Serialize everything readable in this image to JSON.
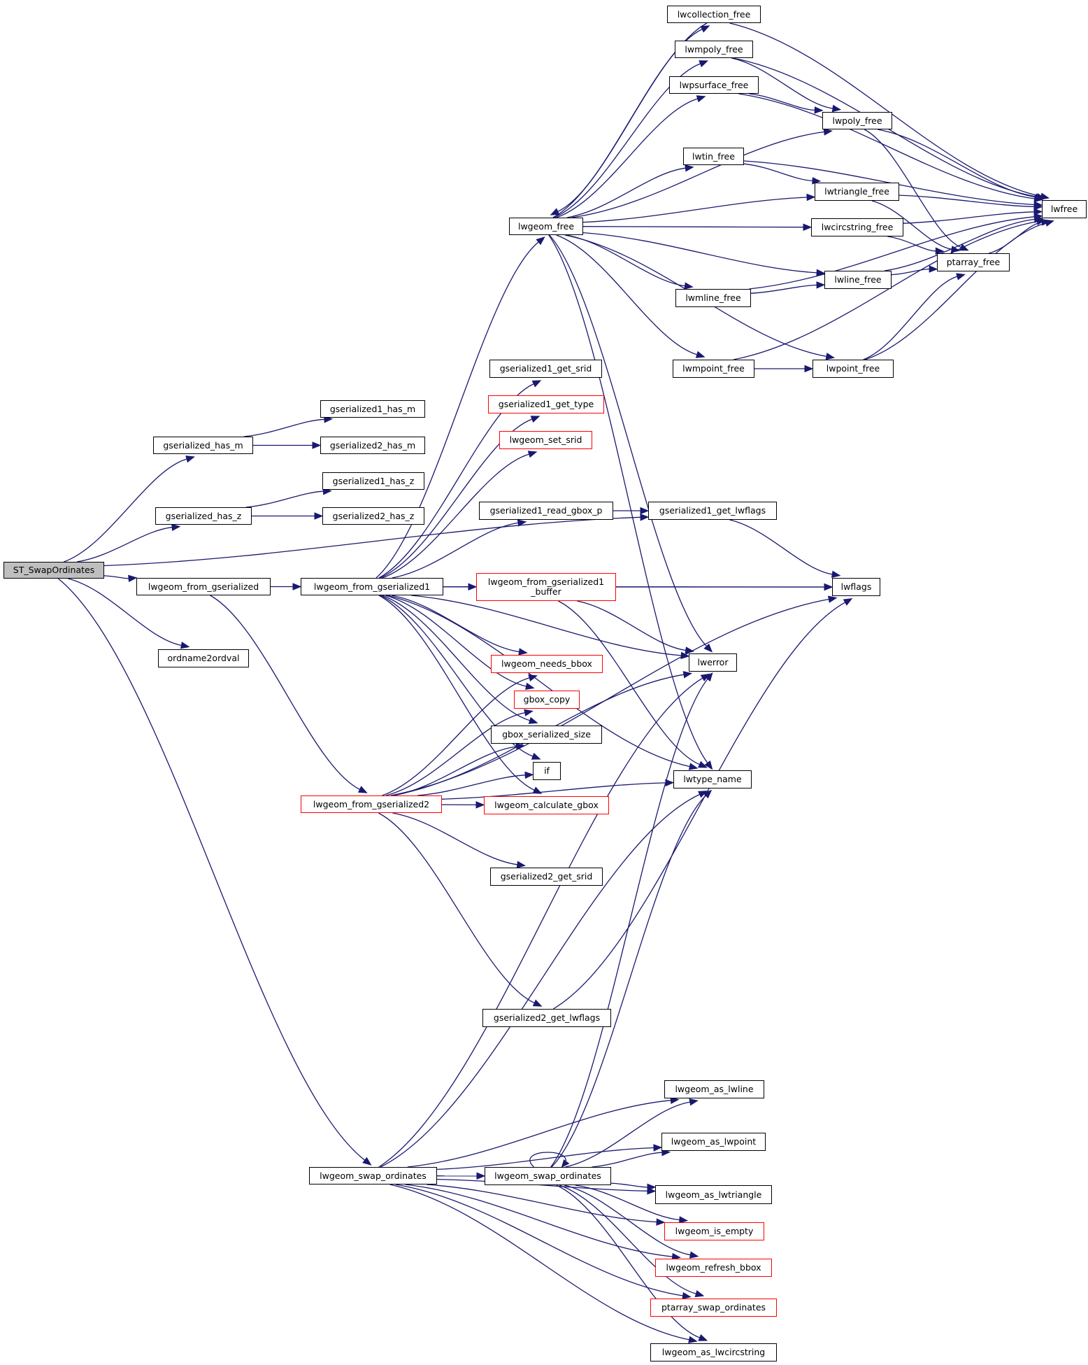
{
  "title": "ST_SwapOrdinates call graph",
  "colors": {
    "edge": "#191970",
    "root_fill": "#bfbfbf",
    "truncated_border": "#ff0000",
    "node_border": "#000000"
  },
  "nodes": {
    "ST_SwapOrdinates": {
      "label": "ST_SwapOrdinates",
      "kind": "root"
    },
    "gserialized_has_m": {
      "label": "gserialized_has_m"
    },
    "gserialized1_has_m": {
      "label": "gserialized1_has_m"
    },
    "gserialized2_has_m": {
      "label": "gserialized2_has_m"
    },
    "gserialized_has_z": {
      "label": "gserialized_has_z"
    },
    "gserialized1_has_z": {
      "label": "gserialized1_has_z"
    },
    "gserialized2_has_z": {
      "label": "gserialized2_has_z"
    },
    "lwgeom_from_gserialized": {
      "label": "lwgeom_from_gserialized"
    },
    "ordname2ordval": {
      "label": "ordname2ordval"
    },
    "lwgeom_from_gserialized1": {
      "label": "lwgeom_from_gserialized1"
    },
    "lwgeom_swap_ordinates_a": {
      "label": "lwgeom_swap_ordinates"
    },
    "lwgeom_from_gserialized2": {
      "label": "lwgeom_from_gserialized2",
      "kind": "truncated"
    },
    "lwgeom_free": {
      "label": "lwgeom_free"
    },
    "lwcollection_free": {
      "label": "lwcollection_free"
    },
    "lwmpoly_free": {
      "label": "lwmpoly_free"
    },
    "lwpsurface_free": {
      "label": "lwpsurface_free"
    },
    "lwpoly_free": {
      "label": "lwpoly_free"
    },
    "lwtin_free": {
      "label": "lwtin_free"
    },
    "lwtriangle_free": {
      "label": "lwtriangle_free"
    },
    "lwcircstring_free": {
      "label": "lwcircstring_free"
    },
    "lwfree": {
      "label": "lwfree"
    },
    "ptarray_free": {
      "label": "ptarray_free"
    },
    "lwline_free": {
      "label": "lwline_free"
    },
    "lwmline_free": {
      "label": "lwmline_free"
    },
    "lwmpoint_free": {
      "label": "lwmpoint_free"
    },
    "lwpoint_free": {
      "label": "lwpoint_free"
    },
    "gserialized1_get_srid": {
      "label": "gserialized1_get_srid"
    },
    "gserialized1_get_type": {
      "label": "gserialized1_get_type",
      "kind": "truncated"
    },
    "lwgeom_set_srid": {
      "label": "lwgeom_set_srid",
      "kind": "truncated"
    },
    "gserialized1_read_gbox_p": {
      "label": "gserialized1_read_gbox_p"
    },
    "gserialized1_get_lwflags": {
      "label": "gserialized1_get_lwflags"
    },
    "lwflags": {
      "label": "lwflags"
    },
    "lwgeom_from_gserialized1_buffer": {
      "label": "lwgeom_from_gserialized1\n_buffer",
      "kind": "truncated"
    },
    "lwerror": {
      "label": "lwerror"
    },
    "lwtype_name": {
      "label": "lwtype_name"
    },
    "lwgeom_needs_bbox": {
      "label": "lwgeom_needs_bbox",
      "kind": "truncated"
    },
    "gbox_copy": {
      "label": "gbox_copy",
      "kind": "truncated"
    },
    "gbox_serialized_size": {
      "label": "gbox_serialized_size"
    },
    "if": {
      "label": "if"
    },
    "lwgeom_calculate_gbox": {
      "label": "lwgeom_calculate_gbox",
      "kind": "truncated"
    },
    "gserialized2_get_srid": {
      "label": "gserialized2_get_srid"
    },
    "gserialized2_get_lwflags": {
      "label": "gserialized2_get_lwflags"
    },
    "lwgeom_as_lwline": {
      "label": "lwgeom_as_lwline"
    },
    "lwgeom_as_lwpoint": {
      "label": "lwgeom_as_lwpoint"
    },
    "lwgeom_swap_ordinates_b": {
      "label": "lwgeom_swap_ordinates"
    },
    "lwgeom_as_lwtriangle": {
      "label": "lwgeom_as_lwtriangle"
    },
    "lwgeom_is_empty": {
      "label": "lwgeom_is_empty",
      "kind": "truncated"
    },
    "lwgeom_refresh_bbox": {
      "label": "lwgeom_refresh_bbox",
      "kind": "truncated"
    },
    "ptarray_swap_ordinates": {
      "label": "ptarray_swap_ordinates",
      "kind": "truncated"
    },
    "lwgeom_as_lwcircstring": {
      "label": "lwgeom_as_lwcircstring"
    }
  },
  "edges": [
    [
      "ST_SwapOrdinates",
      "gserialized_has_m"
    ],
    [
      "ST_SwapOrdinates",
      "gserialized_has_z"
    ],
    [
      "ST_SwapOrdinates",
      "gserialized1_get_lwflags"
    ],
    [
      "ST_SwapOrdinates",
      "lwgeom_from_gserialized"
    ],
    [
      "ST_SwapOrdinates",
      "ordname2ordval"
    ],
    [
      "ST_SwapOrdinates",
      "lwgeom_swap_ordinates_a"
    ],
    [
      "gserialized_has_m",
      "gserialized1_has_m"
    ],
    [
      "gserialized_has_m",
      "gserialized2_has_m"
    ],
    [
      "gserialized_has_z",
      "gserialized1_has_z"
    ],
    [
      "gserialized_has_z",
      "gserialized2_has_z"
    ],
    [
      "lwgeom_from_gserialized",
      "lwgeom_from_gserialized1"
    ],
    [
      "lwgeom_from_gserialized",
      "lwgeom_from_gserialized2"
    ],
    [
      "lwgeom_from_gserialized1",
      "lwgeom_free"
    ],
    [
      "lwgeom_from_gserialized1",
      "gserialized1_get_srid"
    ],
    [
      "lwgeom_from_gserialized1",
      "gserialized1_get_type"
    ],
    [
      "lwgeom_from_gserialized1",
      "lwgeom_set_srid"
    ],
    [
      "lwgeom_from_gserialized1",
      "gserialized1_read_gbox_p"
    ],
    [
      "lwgeom_from_gserialized1",
      "lwflags"
    ],
    [
      "lwgeom_from_gserialized1",
      "lwgeom_from_gserialized1_buffer"
    ],
    [
      "lwgeom_from_gserialized1",
      "lwerror"
    ],
    [
      "lwgeom_from_gserialized1",
      "lwtype_name"
    ],
    [
      "lwgeom_from_gserialized1",
      "lwgeom_needs_bbox"
    ],
    [
      "lwgeom_from_gserialized1",
      "gbox_copy"
    ],
    [
      "lwgeom_from_gserialized1",
      "gbox_serialized_size"
    ],
    [
      "lwgeom_from_gserialized1",
      "if"
    ],
    [
      "lwgeom_from_gserialized1",
      "lwgeom_calculate_gbox"
    ],
    [
      "lwgeom_from_gserialized1_buffer",
      "lwflags"
    ],
    [
      "lwgeom_from_gserialized1_buffer",
      "lwerror"
    ],
    [
      "lwgeom_from_gserialized1_buffer",
      "lwtype_name"
    ],
    [
      "gserialized1_read_gbox_p",
      "gserialized1_get_lwflags"
    ],
    [
      "gserialized1_get_lwflags",
      "lwflags"
    ],
    [
      "lwgeom_free",
      "lwcollection_free"
    ],
    [
      "lwgeom_free",
      "lwmpoly_free"
    ],
    [
      "lwgeom_free",
      "lwpsurface_free"
    ],
    [
      "lwgeom_free",
      "lwpoly_free"
    ],
    [
      "lwgeom_free",
      "lwtin_free"
    ],
    [
      "lwgeom_free",
      "lwtriangle_free"
    ],
    [
      "lwgeom_free",
      "lwcircstring_free"
    ],
    [
      "lwgeom_free",
      "lwline_free"
    ],
    [
      "lwgeom_free",
      "lwmline_free"
    ],
    [
      "lwgeom_free",
      "lwmpoint_free"
    ],
    [
      "lwgeom_free",
      "lwpoint_free"
    ],
    [
      "lwgeom_free",
      "lwerror"
    ],
    [
      "lwgeom_free",
      "lwtype_name"
    ],
    [
      "lwcollection_free",
      "lwgeom_free"
    ],
    [
      "lwcollection_free",
      "lwfree"
    ],
    [
      "lwmpoly_free",
      "lwpoly_free"
    ],
    [
      "lwmpoly_free",
      "lwfree"
    ],
    [
      "lwpsurface_free",
      "lwpoly_free"
    ],
    [
      "lwpsurface_free",
      "lwfree"
    ],
    [
      "lwpoly_free",
      "ptarray_free"
    ],
    [
      "lwpoly_free",
      "lwfree"
    ],
    [
      "lwtin_free",
      "lwtriangle_free"
    ],
    [
      "lwtin_free",
      "lwfree"
    ],
    [
      "lwtriangle_free",
      "ptarray_free"
    ],
    [
      "lwtriangle_free",
      "lwfree"
    ],
    [
      "lwcircstring_free",
      "ptarray_free"
    ],
    [
      "lwcircstring_free",
      "lwfree"
    ],
    [
      "lwline_free",
      "ptarray_free"
    ],
    [
      "lwline_free",
      "lwfree"
    ],
    [
      "lwmline_free",
      "lwline_free"
    ],
    [
      "lwmline_free",
      "lwfree"
    ],
    [
      "lwmpoint_free",
      "lwpoint_free"
    ],
    [
      "lwmpoint_free",
      "lwfree"
    ],
    [
      "lwpoint_free",
      "ptarray_free"
    ],
    [
      "lwpoint_free",
      "lwfree"
    ],
    [
      "ptarray_free",
      "lwfree"
    ],
    [
      "lwgeom_from_gserialized2",
      "lwgeom_needs_bbox"
    ],
    [
      "lwgeom_from_gserialized2",
      "gbox_copy"
    ],
    [
      "lwgeom_from_gserialized2",
      "gbox_serialized_size"
    ],
    [
      "lwgeom_from_gserialized2",
      "if"
    ],
    [
      "lwgeom_from_gserialized2",
      "lwgeom_calculate_gbox"
    ],
    [
      "lwgeom_from_gserialized2",
      "lwerror"
    ],
    [
      "lwgeom_from_gserialized2",
      "gserialized2_get_srid"
    ],
    [
      "lwgeom_from_gserialized2",
      "lwtype_name"
    ],
    [
      "lwgeom_from_gserialized2",
      "gserialized2_get_lwflags"
    ],
    [
      "lwgeom_from_gserialized2",
      "lwflags"
    ],
    [
      "gserialized2_get_lwflags",
      "lwflags"
    ],
    [
      "lwgeom_swap_ordinates_a",
      "lwerror"
    ],
    [
      "lwgeom_swap_ordinates_a",
      "lwtype_name"
    ],
    [
      "lwgeom_swap_ordinates_a",
      "lwgeom_as_lwline"
    ],
    [
      "lwgeom_swap_ordinates_a",
      "lwgeom_as_lwpoint"
    ],
    [
      "lwgeom_swap_ordinates_a",
      "lwgeom_swap_ordinates_b"
    ],
    [
      "lwgeom_swap_ordinates_a",
      "lwgeom_as_lwtriangle"
    ],
    [
      "lwgeom_swap_ordinates_a",
      "lwgeom_is_empty"
    ],
    [
      "lwgeom_swap_ordinates_a",
      "lwgeom_refresh_bbox"
    ],
    [
      "lwgeom_swap_ordinates_a",
      "ptarray_swap_ordinates"
    ],
    [
      "lwgeom_swap_ordinates_a",
      "lwgeom_as_lwcircstring"
    ],
    [
      "lwgeom_swap_ordinates_b",
      "lwgeom_swap_ordinates_b"
    ],
    [
      "lwgeom_swap_ordinates_b",
      "lwerror"
    ],
    [
      "lwgeom_swap_ordinates_b",
      "lwtype_name"
    ],
    [
      "lwgeom_swap_ordinates_b",
      "lwgeom_as_lwline"
    ],
    [
      "lwgeom_swap_ordinates_b",
      "lwgeom_as_lwpoint"
    ],
    [
      "lwgeom_swap_ordinates_b",
      "lwgeom_as_lwtriangle"
    ],
    [
      "lwgeom_swap_ordinates_b",
      "lwgeom_is_empty"
    ],
    [
      "lwgeom_swap_ordinates_b",
      "lwgeom_refresh_bbox"
    ],
    [
      "lwgeom_swap_ordinates_b",
      "ptarray_swap_ordinates"
    ],
    [
      "lwgeom_swap_ordinates_b",
      "lwgeom_as_lwcircstring"
    ]
  ]
}
